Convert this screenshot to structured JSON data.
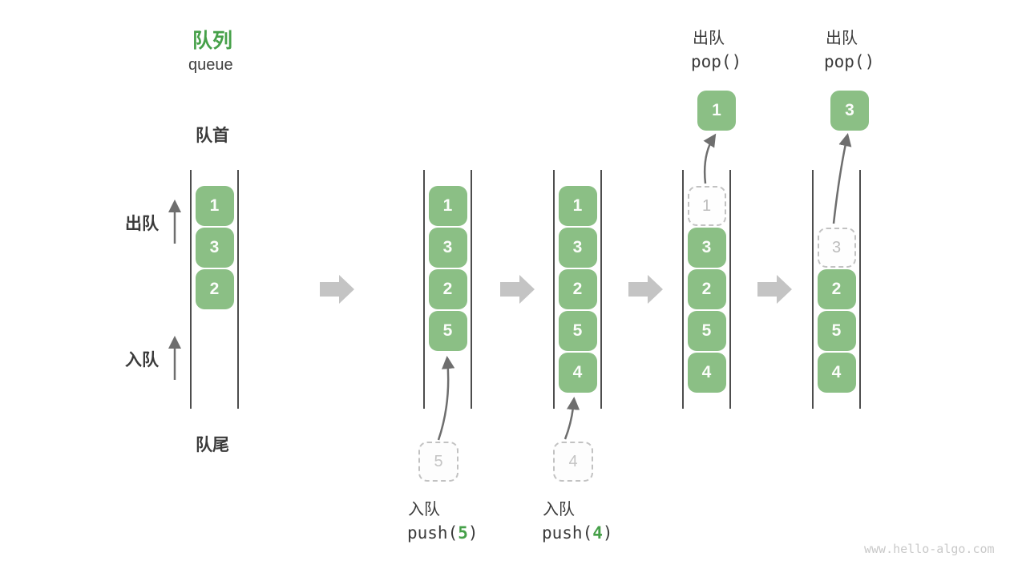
{
  "title": {
    "zh": "队列",
    "en": "queue"
  },
  "side": {
    "front": "队首",
    "rear": "队尾",
    "dequeue": "出队",
    "enqueue": "入队"
  },
  "states": [
    {
      "cells": [
        "1",
        "3",
        "2"
      ]
    },
    {
      "cells": [
        "1",
        "3",
        "2",
        "5"
      ],
      "incoming": "5"
    },
    {
      "cells": [
        "1",
        "3",
        "2",
        "5",
        "4"
      ],
      "incoming": "4"
    },
    {
      "removed": "1",
      "cells": [
        "3",
        "2",
        "5",
        "4"
      ],
      "popped": "1"
    },
    {
      "removed": "3",
      "cells": [
        "2",
        "5",
        "4"
      ],
      "popped": "3"
    }
  ],
  "operations": {
    "push5": {
      "label": "入队",
      "fn": "push(",
      "arg": "5",
      "close": ")"
    },
    "push4": {
      "label": "入队",
      "fn": "push(",
      "arg": "4",
      "close": ")"
    },
    "pop1": {
      "label": "出队",
      "code": "pop()"
    },
    "pop2": {
      "label": "出队",
      "code": "pop()"
    }
  },
  "watermark": "www.hello-algo.com",
  "colors": {
    "cell_green": "#8BBF85",
    "accent_green": "#46A049",
    "block_arrow_gray": "#C4C4C4",
    "thin_arrow_gray": "#6e6e6e",
    "wall_gray": "#4d4d4d",
    "text_dark": "#3a3a3a",
    "muted_gray": "#c4c4c4"
  }
}
